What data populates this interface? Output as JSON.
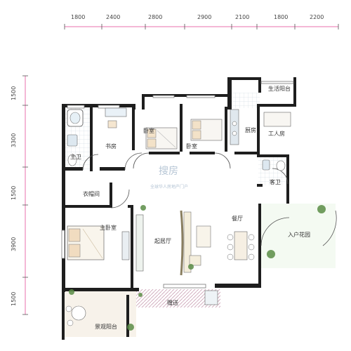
{
  "dimensions": {
    "top": [
      "1800",
      "2400",
      "2800",
      "2900",
      "2100",
      "1800",
      "2200"
    ],
    "left": [
      "1500",
      "3300",
      "1500",
      "3900",
      "1500"
    ]
  },
  "rooms": {
    "master_bath": "主卫",
    "study": "书房",
    "bedroom_1": "卧室",
    "bedroom_2": "卧室",
    "kitchen": "厨房",
    "utility_balcony": "生活阳台",
    "maid_room": "工人房",
    "guest_bath": "客卫",
    "walk_in_closet": "衣帽间",
    "master_bedroom": "主卧室",
    "living_room": "起居厅",
    "dining_room": "餐厅",
    "entry_garden": "入户花园",
    "view_balcony": "景观阳台",
    "bonus": "赠送"
  },
  "watermark": {
    "title": "搜房",
    "subtitle": "全球华人房地产门户"
  }
}
